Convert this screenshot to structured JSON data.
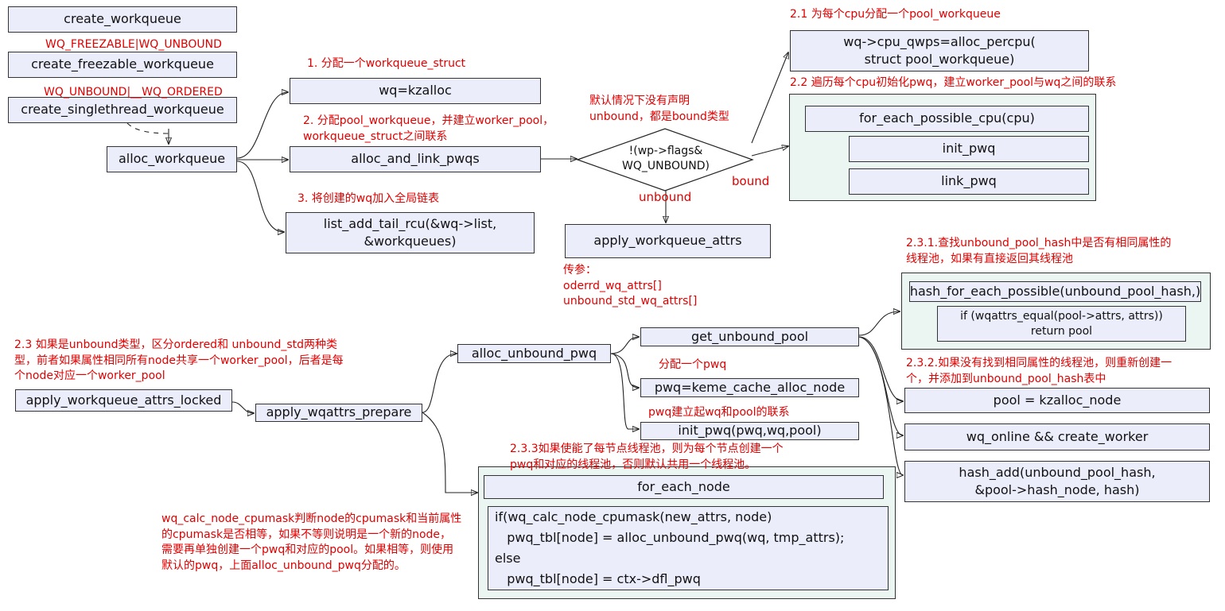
{
  "boxes": {
    "create_workqueue": "create_workqueue",
    "create_freezable_workqueue": "create_freezable_workqueue",
    "create_singlethread_workqueue": "create_singlethread_workqueue",
    "alloc_workqueue": "alloc_workqueue",
    "wq_kzalloc": "wq=kzalloc",
    "alloc_and_link_pwqs": "alloc_and_link_pwqs",
    "list_add_tail_rcu": "list_add_tail_rcu(&wq->list,\n&workqueues)",
    "decision": "!(wp->flags&\nWQ_UNBOUND)",
    "apply_workqueue_attrs": "apply_workqueue_attrs",
    "alloc_percpu": "wq->cpu_qwps=alloc_percpu(\nstruct pool_workqueue)",
    "for_each_possible_cpu": "for_each_possible_cpu(cpu)",
    "init_pwq": "init_pwq",
    "link_pwq": "link_pwq",
    "apply_workqueue_attrs_locked": "apply_workqueue_attrs_locked",
    "apply_wqattrs_prepare": "apply_wqattrs_prepare",
    "alloc_unbound_pwq": "alloc_unbound_pwq",
    "get_unbound_pool": "get_unbound_pool",
    "pwq_keme_cache": "pwq=keme_cache_alloc_node",
    "init_pwq_args": "init_pwq(pwq,wq,pool)",
    "hash_for_each_possible": "hash_for_each_possible(unbound_pool_hash,)",
    "wqattrs_equal": "if (wqattrs_equal(pool->attrs, attrs))\nreturn pool",
    "pool_kzalloc_node": "pool = kzalloc_node",
    "wq_online": "wq_online && create_worker",
    "hash_add": "hash_add(unbound_pool_hash,\n&pool->hash_node, hash)",
    "for_each_node": "for_each_node",
    "node_code": "if(wq_calc_node_cpumask(new_attrs, node)\n   pwq_tbl[node] = alloc_unbound_pwq(wq, tmp_attrs);\nelse\n   pwq_tbl[node] = ctx->dfl_pwq"
  },
  "notes": {
    "wq_freezable_unbound": "WQ_FREEZABLE|WQ_UNBOUND",
    "wq_unbound_ordered": "WQ_UNBOUND|__WQ_ORDERED",
    "step1": "1. 分配一个workqueue_struct",
    "step2": "2. 分配pool_workqueue，并建立worker_pool，\nworkqueue_struct之间联系",
    "step3": "3. 将创建的wq加入全局链表",
    "default_note": "默认情况下没有声明\nunbound，都是bound类型",
    "bound": "bound",
    "unbound": "unbound",
    "step2_1": "2.1 为每个cpu分配一个pool_workqueue",
    "step2_2": "2.2 遍历每个cpu初始化pwq，建立worker_pool与wq之间的联系",
    "param_note": "传参：\noderrd_wq_attrs[]\nunbound_std_wq_attrs[]",
    "step2_3": "2.3 如果是unbound类型，区分ordered和 unbound_std两种类\n型，前者如果属性相同所有node共享一个worker_pool，后者是每\n个node对应一个worker_pool",
    "step2_3_1": "2.3.1.查找unbound_pool_hash中是否有相同属性的\n线程池，如果有直接返回其线程池",
    "step2_3_2": "2.3.2.如果没有找到相同属性的线程池，则重新创建一\n个，并添加到unbound_pool_hash表中",
    "alloc_pwq_note": "分配一个pwq",
    "link_note": "pwq建立起wq和pool的联系",
    "step2_3_3": "2.3.3如果使能了每节点线程池，则为每个节点创建一个\npwq和对应的线程池，否则默认共用一个线程池。",
    "cpumask_note": "wq_calc_node_cpumask判断node的cpumask和当前属性\n的cpumask是否相等，如果不等则说明是一个新的node，\n需要再单独创建一个pwq和对应的pool。如果相等，则使用\n默认的pwq，上面alloc_unbound_pwq分配的。"
  },
  "colors": {
    "box_fill": "#ebedfb",
    "group_fill": "#ebf6f3",
    "note_text": "#e00000",
    "line": "#222222"
  }
}
